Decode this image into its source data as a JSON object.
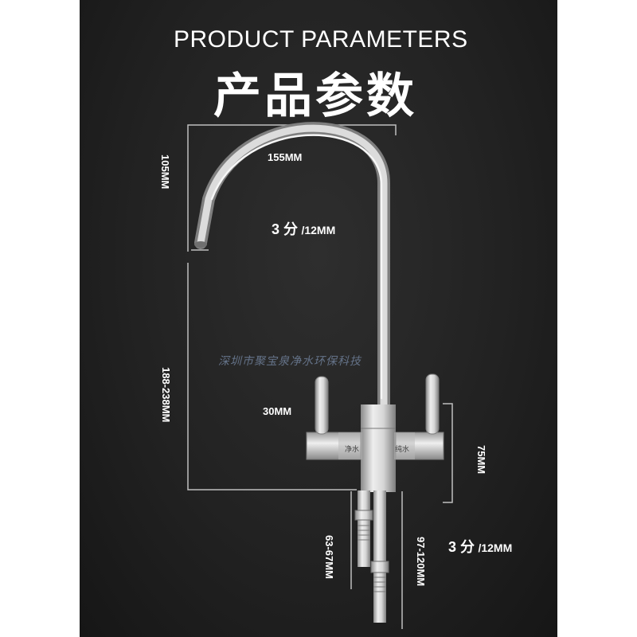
{
  "title": {
    "english": "PRODUCT PARAMETERS",
    "chinese": "产品参数"
  },
  "dimensions": {
    "spout_reach": "155MM",
    "spout_height": "105MM",
    "body_height": "188-238MM",
    "handle_width": "30MM",
    "valve_height": "75MM",
    "inlet_short": "63-67MM",
    "inlet_long": "97-120MM"
  },
  "pipe_size_top": {
    "fraction": "3 分",
    "metric": "/12MM"
  },
  "pipe_size_bottom": {
    "fraction": "3 分",
    "metric": "/12MM"
  },
  "handle_labels": {
    "left": "净水",
    "right": "纯水"
  },
  "watermark": "深圳市聚宝泉净水环保科技",
  "colors": {
    "background": "#222222",
    "text": "#ffffff",
    "guide_line": "#bfbfbf",
    "steel_light": "#e4e4e4",
    "steel_dark": "#8e8e8e"
  }
}
